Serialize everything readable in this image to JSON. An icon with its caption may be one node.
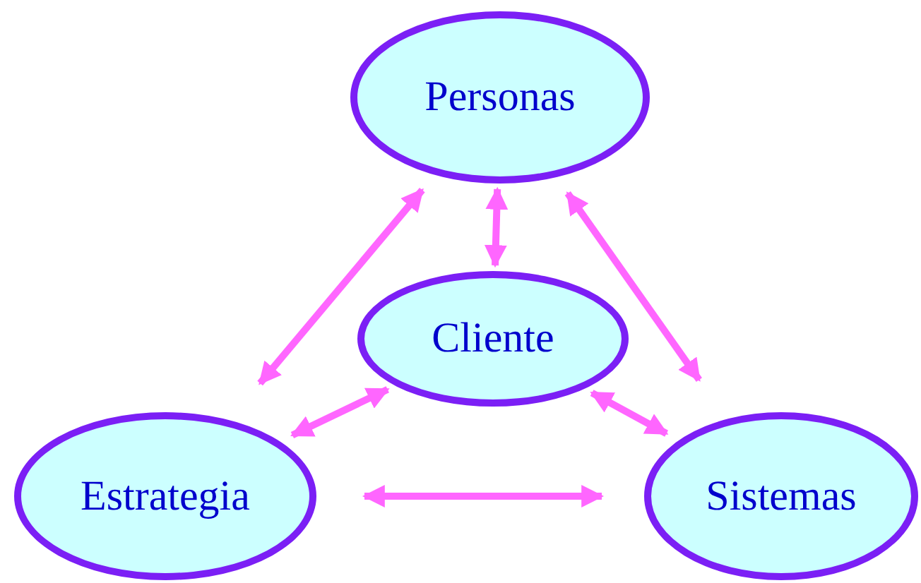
{
  "diagram": {
    "nodes": [
      {
        "text": [
          "Personas"
        ]
      },
      {
        "text": [
          "Cliente"
        ]
      },
      {
        "text": [
          "Estrategia"
        ]
      },
      {
        "text": [
          "Sistemas"
        ]
      }
    ],
    "edges": [
      {
        "from": 0,
        "to": 2,
        "arrow": "both"
      },
      {
        "from": 0,
        "to": 1,
        "arrow": "both"
      },
      {
        "from": 0,
        "to": 3,
        "arrow": "both"
      },
      {
        "from": 1,
        "to": 2,
        "arrow": "both"
      },
      {
        "from": 1,
        "to": 3,
        "arrow": "both"
      },
      {
        "from": 2,
        "to": 3,
        "arrow": "both"
      }
    ]
  }
}
